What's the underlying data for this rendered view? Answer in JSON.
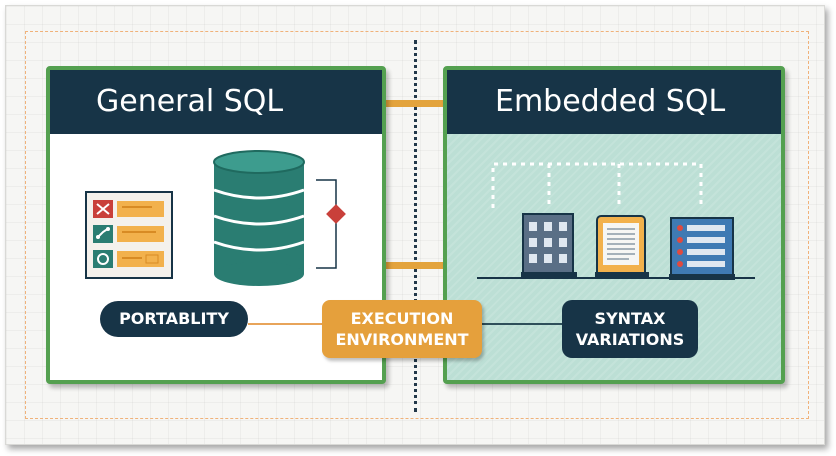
{
  "left_panel": {
    "title": "General SQL",
    "label": "PORTABLITY",
    "icons": [
      "form-list-icon",
      "database-icon",
      "diamond-icon"
    ]
  },
  "right_panel": {
    "title": "Embedded SQL",
    "label_line1": "SYNTAX",
    "label_line2": "VARIATIONS",
    "icons": [
      "building-icon",
      "document-tablet-icon",
      "server-list-icon"
    ]
  },
  "center": {
    "label_line1": "EXECUTION",
    "label_line2": "ENVIRONMENT"
  },
  "colors": {
    "navy": "#173447",
    "green_border": "#54a050",
    "teal_database": "#2a7d72",
    "orange": "#e5a03c",
    "mint_panel": "#bcdfd5",
    "red_diamond": "#c9403a"
  }
}
